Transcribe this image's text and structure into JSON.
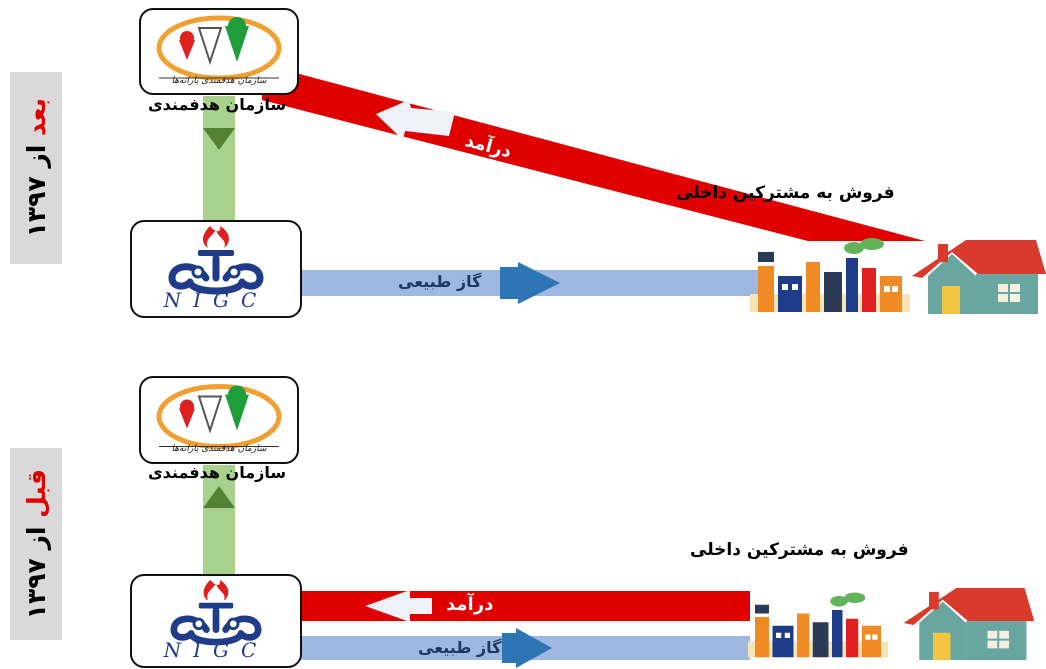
{
  "after": {
    "period_highlight": "بعد",
    "period_rest": " از ۱۳۹۷",
    "org_label": "سازمان هدفمندی",
    "revenue_label": "درآمد",
    "sales_label": "فروش به مشترکین داخلی",
    "gas_label": "گاز طبیعی"
  },
  "before": {
    "period_highlight": "قبل",
    "period_rest": " از ۱۳۹۷",
    "org_label": "سازمان هدفمندی",
    "revenue_label": "درآمد",
    "sales_label": "فروش به مشترکین داخلی",
    "gas_label": "گاز طبیعی"
  },
  "logos": {
    "org_logo_caption": "سازمان هدفمندی یارانه‌ها",
    "nigc_text": "NIGC"
  },
  "colors": {
    "revenue_red": "#e00000",
    "gas_blue": "#9fb8e0",
    "gas_arrow": "#2e75b6",
    "link_green": "#a9d18e",
    "link_green_arrow": "#548235"
  }
}
